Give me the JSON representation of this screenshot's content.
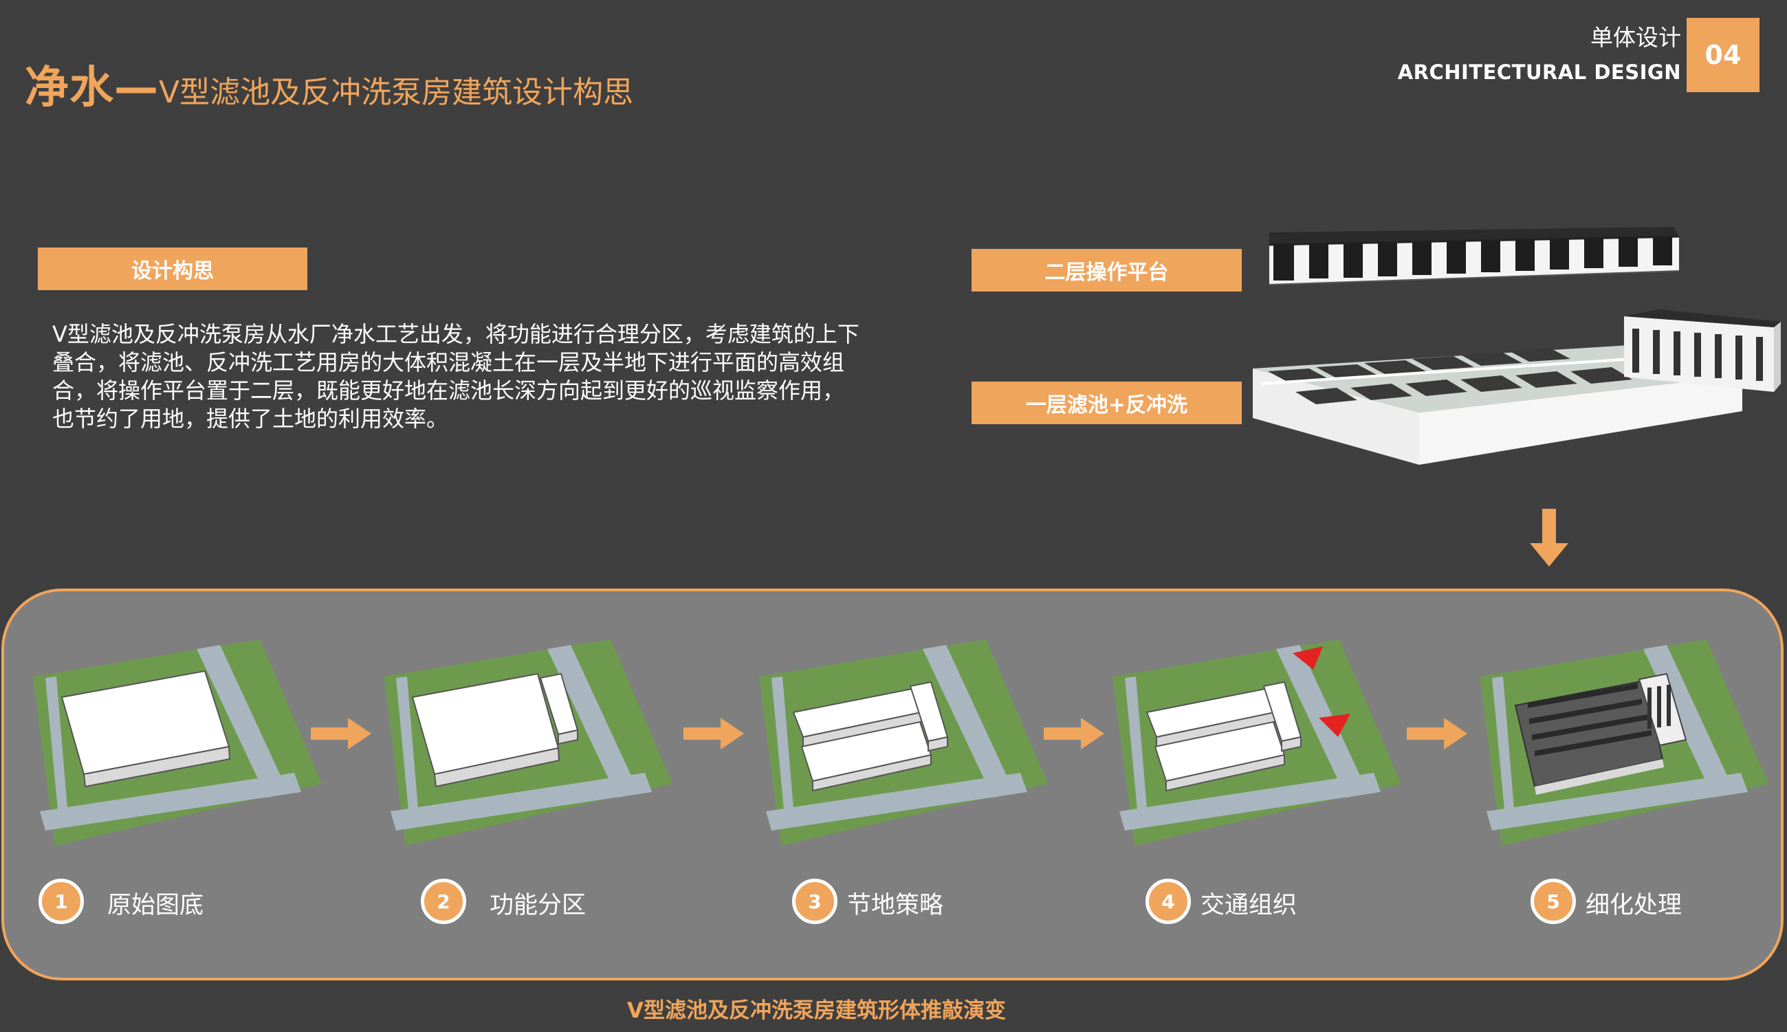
{
  "header": {
    "title_main": "净水—",
    "title_sub": "V型滤池及反冲洗泵房建筑设计构思",
    "section_label": "单体设计",
    "section_en": "ARCHITECTURAL  DESIGN",
    "section_number": "04"
  },
  "concept": {
    "tag": "设计构思",
    "text": "V型滤池及反冲洗泵房从水厂净水工艺出发，将功能进行合理分区，考虑建筑的上下叠合，将滤池、反冲洗工艺用房的大体积混凝土在一层及半地下进行平面的高效组合，将操作平台置于二层，既能更好地在滤池长深方向起到更好的巡视监察作用，也节约了用地，提供了土地的利用效率。"
  },
  "layers": {
    "upper": "二层操作平台",
    "lower": "一层滤池+反冲洗"
  },
  "steps": [
    {
      "num": "1",
      "label": "原始图底"
    },
    {
      "num": "2",
      "label": "功能分区"
    },
    {
      "num": "3",
      "label": "节地策略"
    },
    {
      "num": "4",
      "label": "交通组织"
    },
    {
      "num": "5",
      "label": "细化处理"
    }
  ],
  "caption": "V型滤池及反冲洗泵房建筑形体推敲演变",
  "colors": {
    "accent": "#f0a55c",
    "background": "#3f3f3f",
    "panel": "#7f7f7f",
    "grass": "#6e9a4e",
    "road": "#a9b6bf",
    "marker": "#e52222"
  }
}
